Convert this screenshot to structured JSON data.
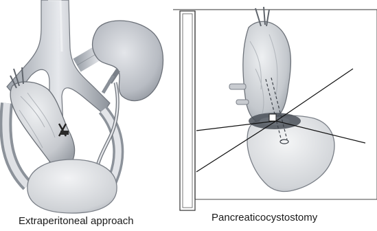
{
  "figure": {
    "left": {
      "caption": "Extraperitoneal approach",
      "icons": [
        "inferior-vena-cava",
        "kidney",
        "ureter",
        "pancreatic-graft",
        "bladder",
        "ligature-mark"
      ]
    },
    "right": {
      "caption": "Pancreaticocystostomy",
      "icons": [
        "retractor-frame",
        "pancreatic-graft",
        "bladder",
        "anastomosis-ring",
        "stent-tube",
        "guide-lines"
      ]
    }
  }
}
